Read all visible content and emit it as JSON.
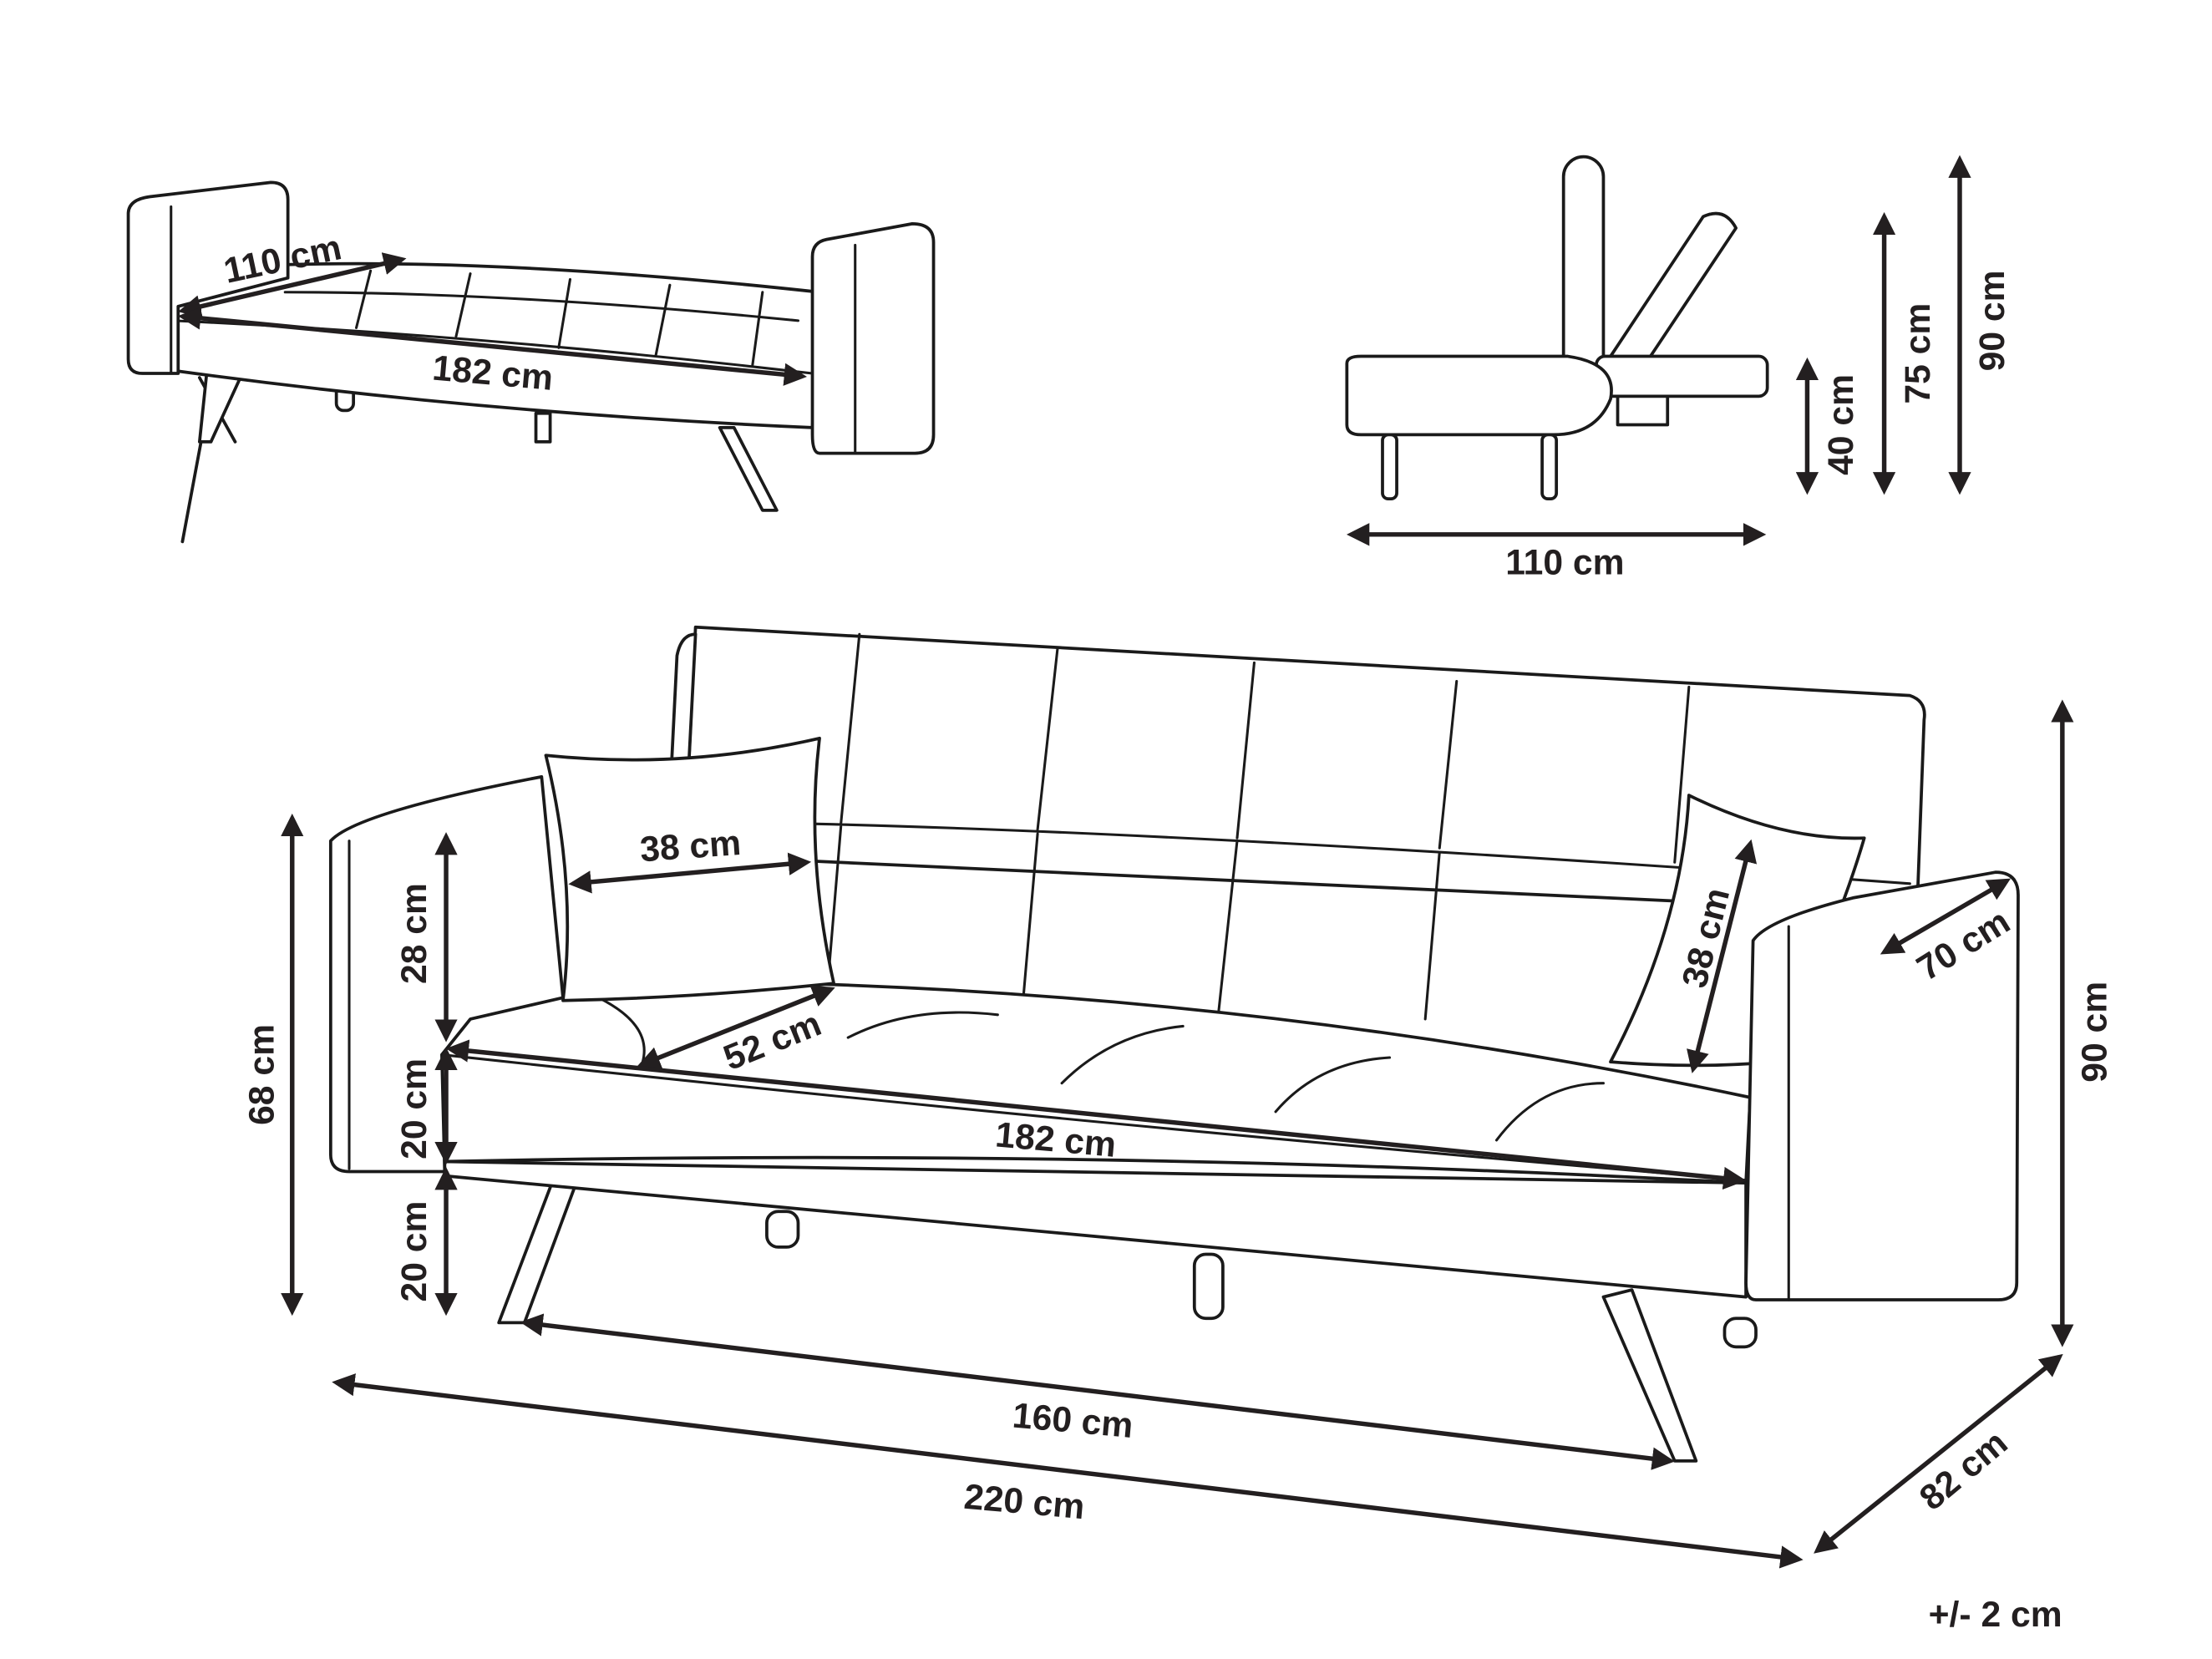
{
  "diagram": {
    "bed_view": {
      "width_label": "182 cm",
      "depth_label": "110 cm"
    },
    "side_view": {
      "depth_label": "110 cm",
      "seat_height_label": "40 cm",
      "back_height_label": "75 cm",
      "total_height_label": "90 cm"
    },
    "front_view": {
      "pillow_left_width": "38 cm",
      "pillow_right_height": "38 cm",
      "seat_depth": "52 cm",
      "seat_width": "182 cm",
      "arm_depth": "70 cm",
      "arm_height": "68 cm",
      "back_cushion_height": "28 cm",
      "seat_thickness": "20 cm",
      "leg_height": "20 cm",
      "total_height": "90 cm",
      "leg_span": "160 cm",
      "total_width": "220 cm",
      "total_depth": "82 cm"
    },
    "tolerance": "+/- 2 cm",
    "line_color": "#231f20"
  }
}
